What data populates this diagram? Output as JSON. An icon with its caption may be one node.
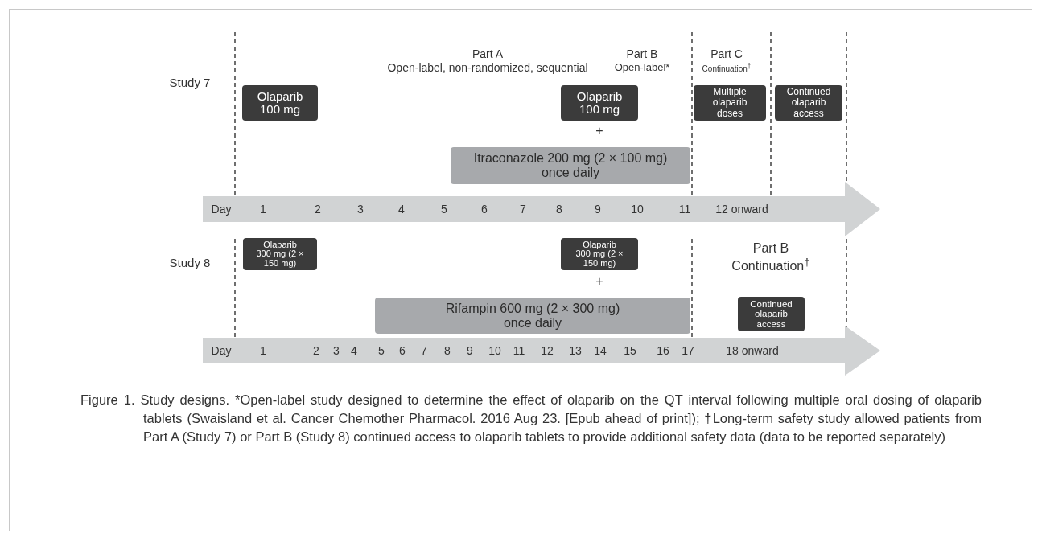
{
  "diagram": {
    "caption": "Figure 1. Study designs. *Open-label study designed to determine the effect of olaparib on the QT interval following multiple oral dosing of olaparib tablets (Swaisland et al. Cancer Chemother Pharmacol. 2016 Aug 23. [Epub ahead of print]); †Long-term safety study allowed patients from Part A (Study 7) or Part B (Study 8) continued access to olaparib tablets to provide additional safety data (data to be reported separately)",
    "nodes": [
      {
        "text": [
          "Olaparib 100 mg"
        ]
      },
      {
        "text": [
          "Olaparib 100 mg"
        ]
      },
      {
        "text": [
          "Multiple olaparib doses"
        ]
      },
      {
        "text": [
          "Continued olaparib access"
        ]
      },
      {
        "text": [
          "Itraconazole 200 mg (2 × 100 mg) once daily"
        ]
      },
      {
        "text": [
          "Day",
          "1",
          "2",
          "3",
          "4",
          "5",
          "6",
          "7",
          "8",
          "9",
          "10",
          "11",
          "12 onward"
        ]
      },
      {
        "text": [
          "Olaparib 300 mg (2 × 150 mg)"
        ]
      },
      {
        "text": [
          "Olaparib 300 mg (2 × 150 mg)"
        ]
      },
      {
        "text": [
          "Rifampin 600 mg (2 × 300 mg) once daily"
        ]
      },
      {
        "text": [
          "Continued olaparib access"
        ]
      },
      {
        "text": [
          "Day",
          "1",
          "2",
          "3",
          "4",
          "5",
          "6",
          "7",
          "8",
          "9",
          "10",
          "11",
          "12",
          "13",
          "14",
          "15",
          "16",
          "17",
          "18 onward"
        ]
      }
    ],
    "labels": [
      "Part A",
      "Part B",
      "Part C",
      "Open-label, non-randomized, sequential",
      "Open-label*",
      "Continuation$^{†}$",
      "Study 7",
      "+",
      "Study 8",
      "Part B",
      "Continuation$^{†}$",
      "+"
    ]
  }
}
